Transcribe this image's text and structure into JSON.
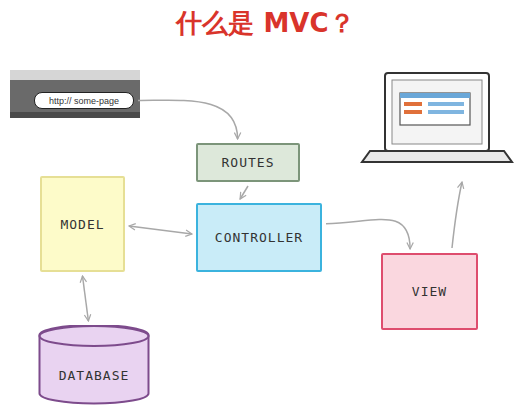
{
  "diagram": {
    "title": "什么是 MVC？",
    "nodes": [
      {
        "text": [
          "http:// some-page"
        ]
      },
      {
        "text": [
          "ROUTES"
        ]
      },
      {
        "text": [
          "MODEL"
        ]
      },
      {
        "text": [
          "CONTROLLER"
        ]
      },
      {
        "text": [
          "VIEW"
        ]
      },
      {
        "text": [
          "DATABASE"
        ]
      }
    ],
    "edges": [
      {
        "from": 0,
        "to": 1,
        "arrow": "to"
      },
      {
        "from": 1,
        "to": 3,
        "arrow": "to"
      },
      {
        "from": 2,
        "to": 3,
        "arrow": "both"
      },
      {
        "from": 3,
        "to": 4,
        "arrow": "to"
      },
      {
        "from": 2,
        "to": 5,
        "arrow": "both"
      }
    ]
  }
}
